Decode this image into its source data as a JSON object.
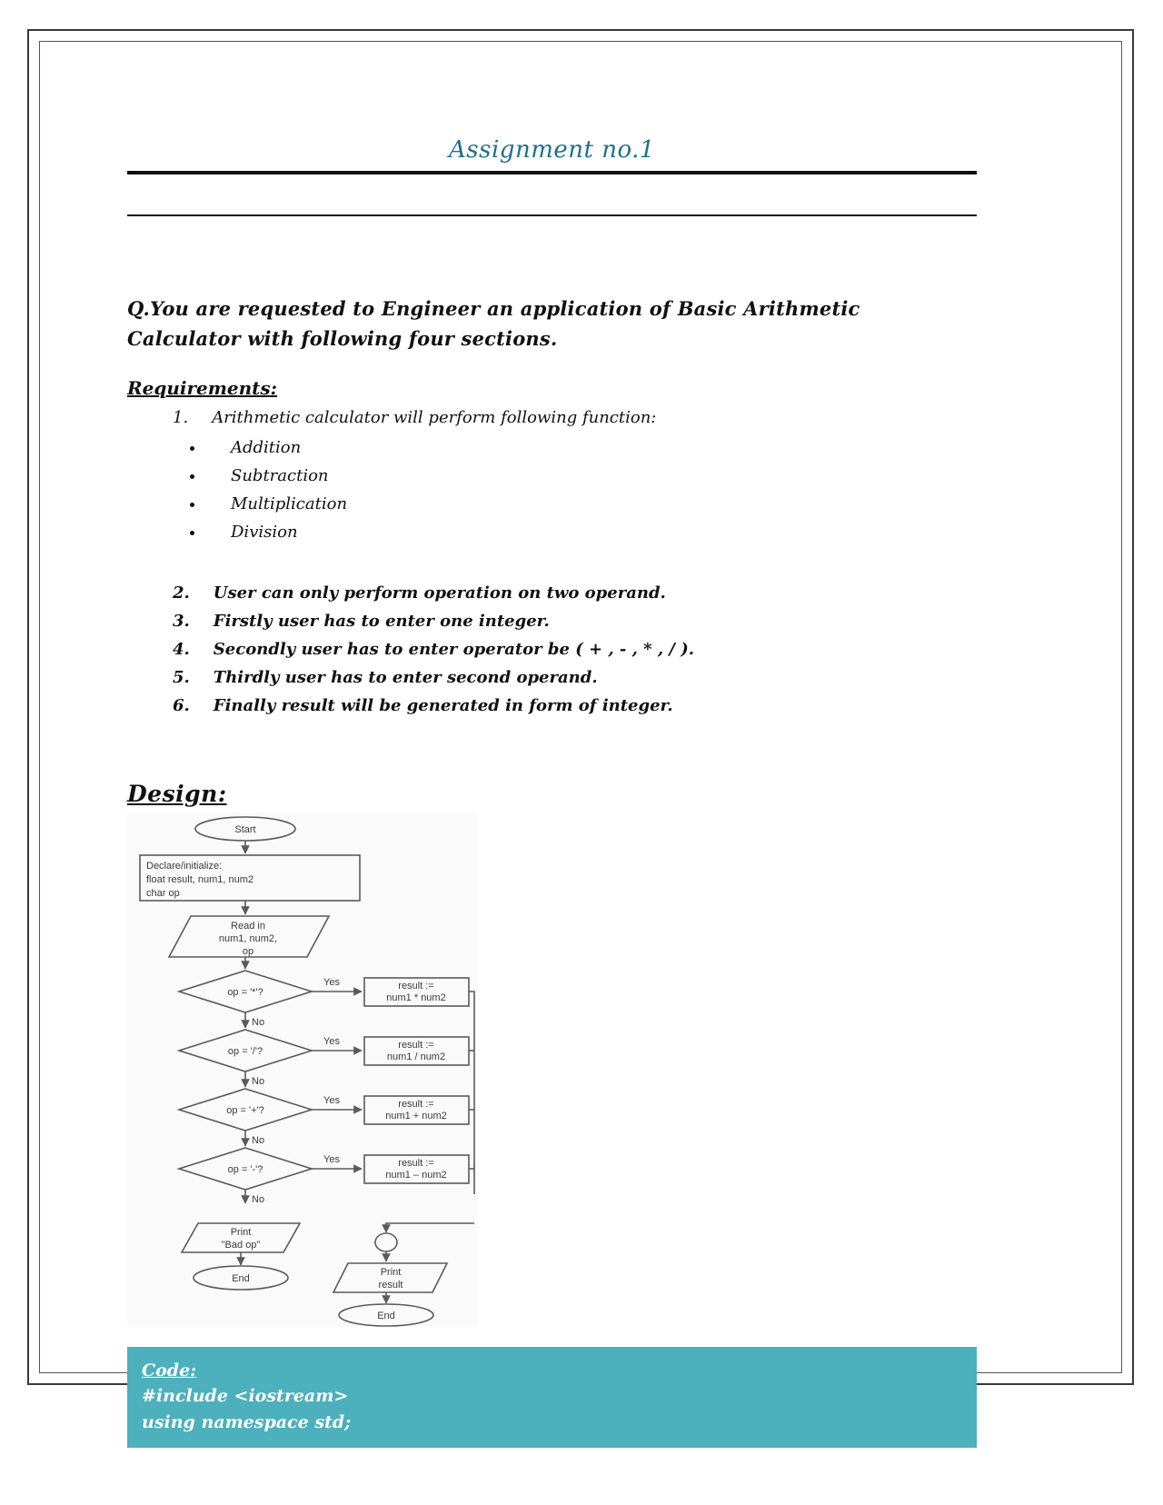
{
  "document": {
    "title": "Assignment no.1",
    "title_color": "#1f6f8b",
    "question": "Q.You are requested to Engineer an application of Basic Arithmetic Calculator with following four sections.",
    "requirements_heading": "Requirements:",
    "requirements": [
      {
        "number": "1.",
        "text": "Arithmetic calculator will perform following function:"
      },
      {
        "number": "2.",
        "text": "User can only perform operation on two operand."
      },
      {
        "number": "3.",
        "text": "Firstly user has to enter one integer."
      },
      {
        "number": "4.",
        "text": "Secondly user has to enter operator be ( +  ,  -  ,   *  ,  /  )."
      },
      {
        "number": "5.",
        "text": "Thirdly user has to enter second operand."
      },
      {
        "number": "6.",
        "text": "Finally result will be generated in form of integer."
      }
    ],
    "operations": [
      "Addition",
      "Subtraction",
      "Multiplication",
      "Division"
    ],
    "design_heading": "Design:",
    "code_block": {
      "background_color": "#4cb0bd",
      "text_color": "#ffffff",
      "label": "Code:",
      "lines": [
        "#include <iostream>",
        "using namespace std;"
      ]
    }
  },
  "flowchart": {
    "start_label": "Start",
    "declare_box": "Declare/initialize:\nfloat result, num1, num2\nchar op",
    "read_box": "Read in\nnum1, num2,\nop",
    "yes_label": "Yes",
    "no_label": "No",
    "decisions": [
      {
        "condition": "op = '*'?",
        "result": "result :=\nnum1 * num2"
      },
      {
        "condition": "op = '/'?",
        "result": "result :=\nnum1 / num2"
      },
      {
        "condition": "op = '+'?",
        "result": "result :=\nnum1 + num2"
      },
      {
        "condition": "op = '-'?",
        "result": "result :=\nnum1 - num2"
      }
    ],
    "bad_op_box": "Print\n\"Bad op\"",
    "end_left_label": "End",
    "print_result_box": "Print\nresult",
    "end_right_label": "End"
  }
}
